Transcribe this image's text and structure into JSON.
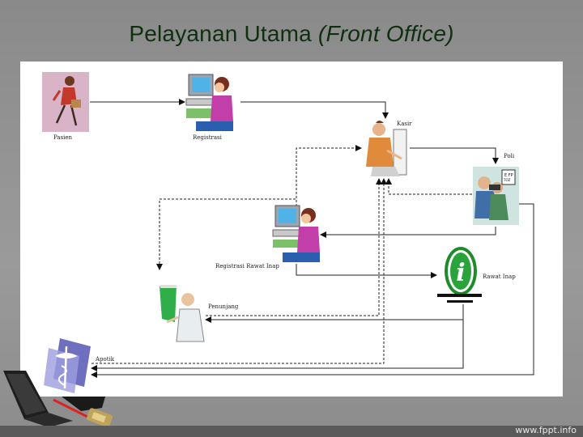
{
  "title": {
    "main": "Pelayanan Utama",
    "italic": "(Front Office)"
  },
  "footer": {
    "site": "www.fppt.info"
  },
  "nodes": {
    "pasien": "Pasien",
    "registrasi": "Registrasi",
    "kasir": "Kasir",
    "poli": "Poli",
    "registrasi_rawat_inap": "Registrasi Rawat Inap",
    "rawat_inap": "Rawat Inap",
    "penunjang": "Penunjang",
    "apotik": "Apotik"
  },
  "colors": {
    "title": "#0f2f10",
    "panel": "#ffffff",
    "info_green": "#1e8a2a",
    "background": "#8f8f8f"
  }
}
